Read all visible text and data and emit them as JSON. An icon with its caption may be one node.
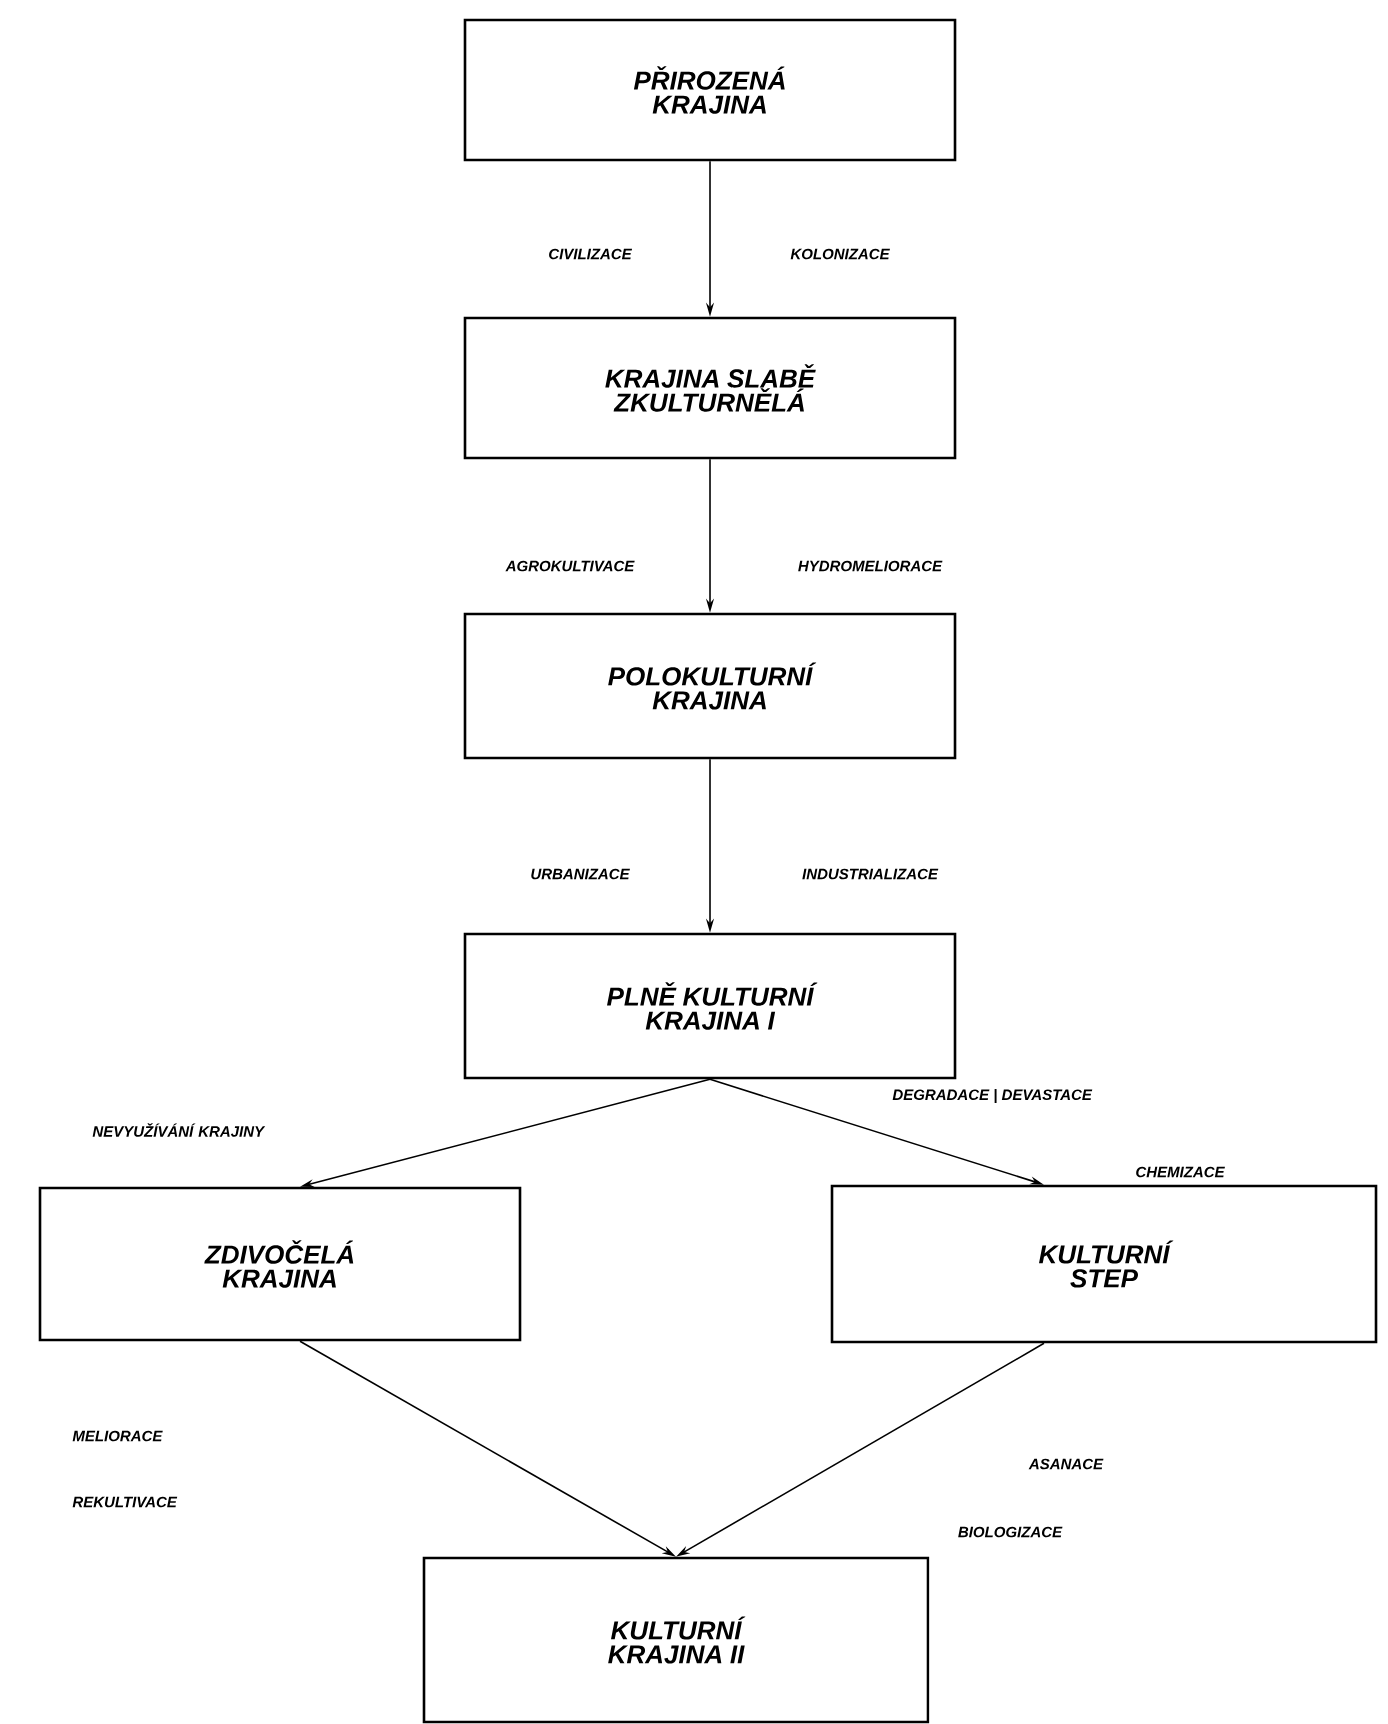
{
  "diagram": {
    "nodes": [
      {
        "text": [
          "PŘIROZENÁ KRAJINA"
        ]
      },
      {
        "text": [
          "KRAJINA SLABĚ ZKULTURNĚLÁ"
        ]
      },
      {
        "text": [
          "POLOKULTURNÍ KRAJINA"
        ]
      },
      {
        "text": [
          "PLNĚ KULTURNÍ KRAJINA I"
        ]
      },
      {
        "text": [
          "ZDIVOČELÁ KRAJINA"
        ]
      },
      {
        "text": [
          "KULTURNÍ STEP"
        ]
      },
      {
        "text": [
          "KULTURNÍ KRAJINA II"
        ]
      }
    ],
    "edges": [
      {
        "from": 0,
        "to": 1,
        "arrow": "to"
      },
      {
        "from": 1,
        "to": 2,
        "arrow": "to"
      },
      {
        "from": 2,
        "to": 3,
        "arrow": "to"
      },
      {
        "from": 3,
        "to": 4,
        "arrow": "to"
      },
      {
        "from": 3,
        "to": 5,
        "arrow": "to"
      },
      {
        "from": 4,
        "to": 6,
        "arrow": "to"
      },
      {
        "from": 5,
        "to": 6,
        "arrow": "to"
      }
    ],
    "labels": [
      "CIVILIZACE",
      "KOLONIZACE",
      "AGROKULTIVACE",
      "HYDROMELIORACE",
      "URBANIZACE",
      "INDUSTRIALIZACE",
      "NEVYUŽÍVÁNÍ KRAJINY",
      "DEGRADACE | DEVASTACE",
      "CHEMIZACE",
      "MELIORACE",
      "REKULTIVACE",
      "ASANACE",
      "BIOLOGIZACE"
    ]
  }
}
